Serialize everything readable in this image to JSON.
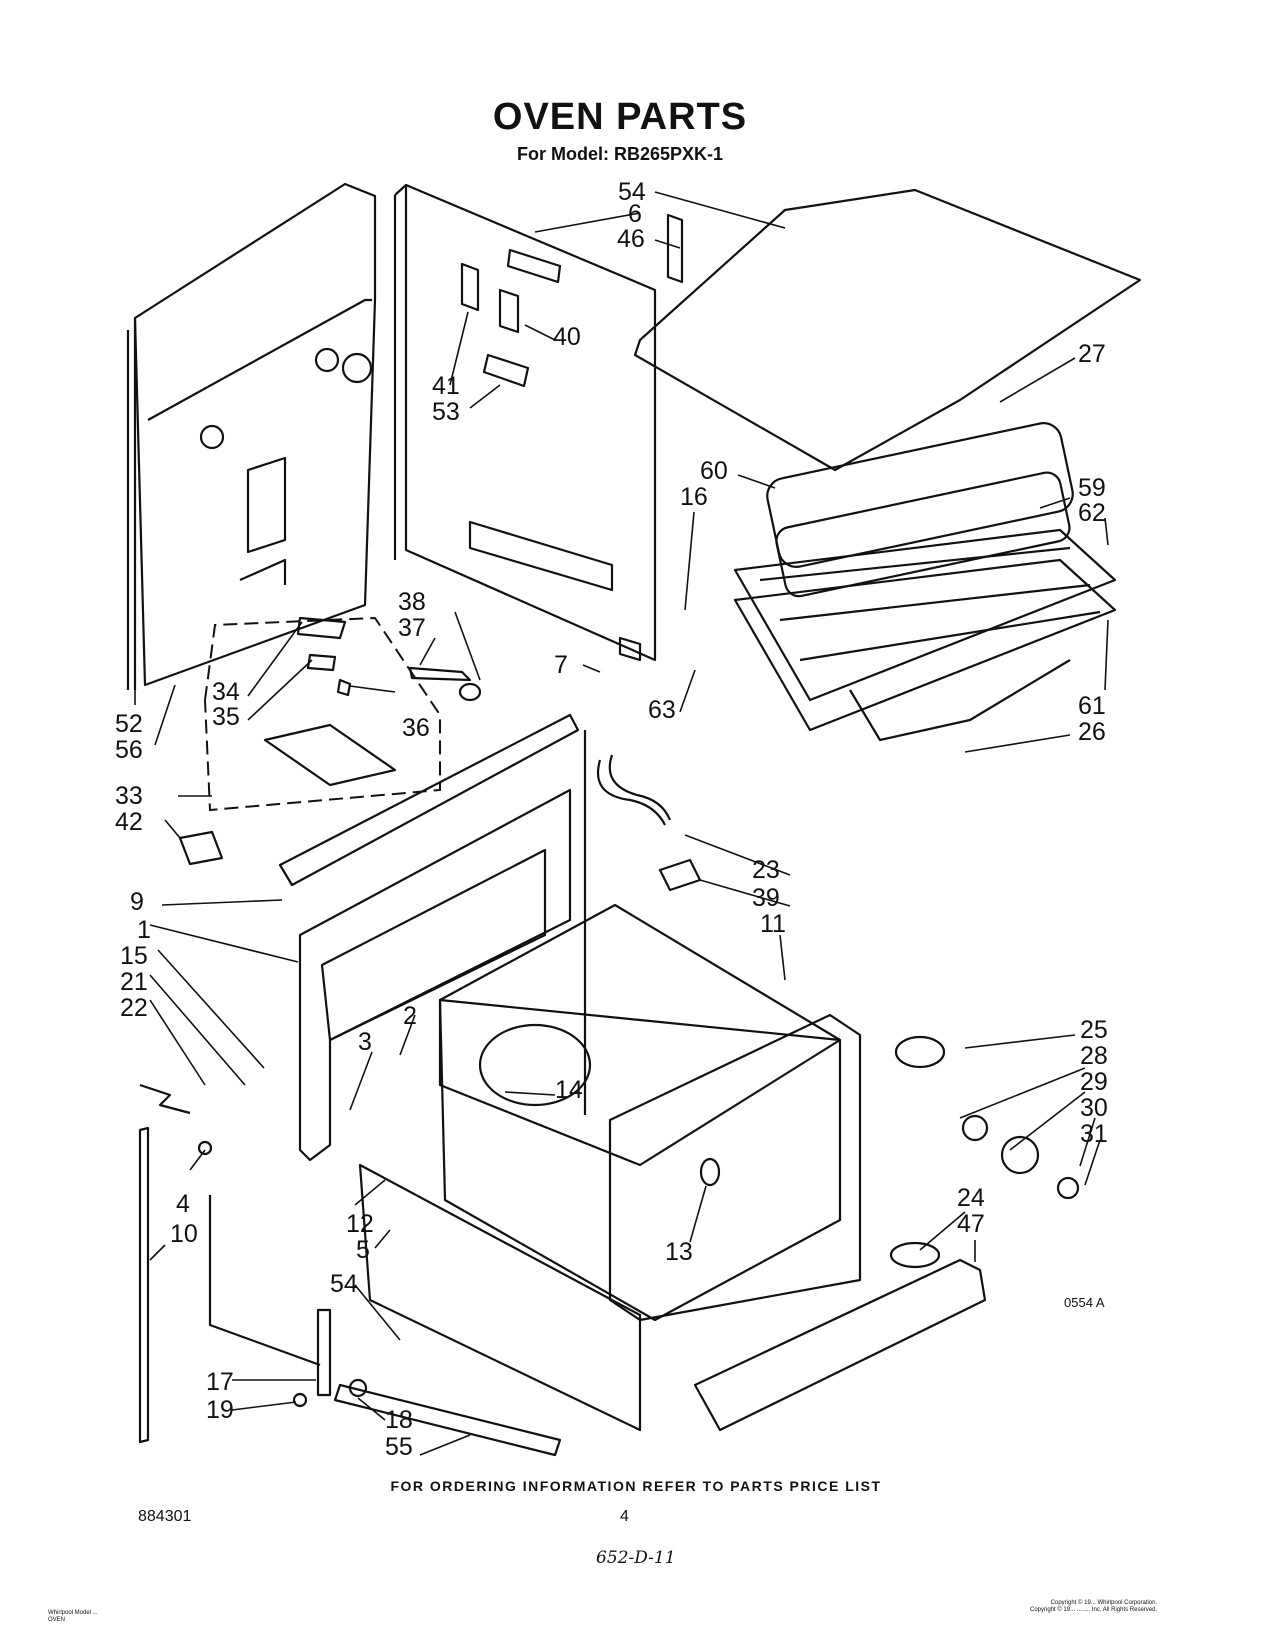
{
  "title": "OVEN PARTS",
  "subtitle": "For Model: RB265PXK-1",
  "footer_note": "FOR ORDERING INFORMATION REFER TO PARTS PRICE LIST",
  "publication_number": "884301",
  "page_number": "4",
  "handwritten_note": "652-D-11",
  "illustration_code": "0554 A",
  "fine_print_left": [
    "Whirlpool Model ...",
    "OVEN"
  ],
  "fine_print_right": [
    "Copyright © 19... Whirlpool Corporation.",
    "Copyright © 19... ........ Inc. All Rights Reserved."
  ],
  "callouts": [
    "54",
    "6",
    "46",
    "40",
    "41",
    "53",
    "27",
    "60",
    "16",
    "59",
    "62",
    "38",
    "37",
    "7",
    "63",
    "34",
    "35",
    "36",
    "52",
    "56",
    "33",
    "42",
    "61",
    "26",
    "23",
    "39",
    "9",
    "1",
    "11",
    "15",
    "21",
    "22",
    "2",
    "3",
    "14",
    "25",
    "28",
    "29",
    "30",
    "31",
    "4",
    "12",
    "10",
    "5",
    "13",
    "24",
    "47",
    "54",
    "17",
    "19",
    "18",
    "55"
  ]
}
